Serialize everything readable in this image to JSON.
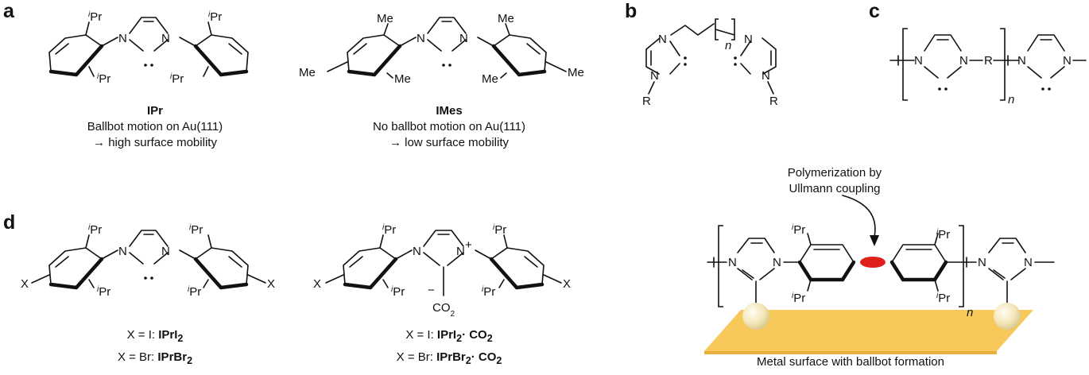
{
  "panels": {
    "a": {
      "label": "a",
      "left": {
        "name": "IPr",
        "line1": "Ballbot motion on Au(111)",
        "line2": "→ high surface mobility"
      },
      "right": {
        "name": "IMes",
        "line1": "No ballbot motion on Au(111)",
        "line2": "→ low surface mobility"
      }
    },
    "b": {
      "label": "b",
      "n": "n",
      "r": "R"
    },
    "c": {
      "label": "c",
      "r": "R",
      "n": "n"
    },
    "d": {
      "label": "d",
      "left_line1_prefix": "X = I: ",
      "left_line1_name": "IPrI",
      "left_line1_sub": "2",
      "left_line2_prefix": "X = Br: ",
      "left_line2_name": "IPrBr",
      "left_line2_sub": "2",
      "right_line1_prefix": "X = I: ",
      "right_line1_name": "IPrI",
      "right_line1_sub": "2",
      "right_line1_suffix": "· CO",
      "right_line1_sub2": "2",
      "right_line2_prefix": "X = Br: ",
      "right_line2_name": "IPrBr",
      "right_line2_sub": "2",
      "right_line2_suffix": "· CO",
      "right_line2_sub2": "2"
    },
    "e": {
      "annotation_line1": "Polymerization by",
      "annotation_line2": "Ullmann coupling",
      "surface_caption": "Metal surface with ballbot formation",
      "n": "n"
    }
  },
  "atoms": {
    "N": "N",
    "Me": "Me",
    "iPr_i": "i",
    "iPr": "Pr",
    "X": "X",
    "plus": "+",
    "minus": "−",
    "CO": "CO",
    "two": "2",
    "R": "R"
  },
  "colors": {
    "surface": "#F7C85A",
    "ball": "#F3E6B8",
    "linker": "#E0201B",
    "text": "#111111"
  }
}
